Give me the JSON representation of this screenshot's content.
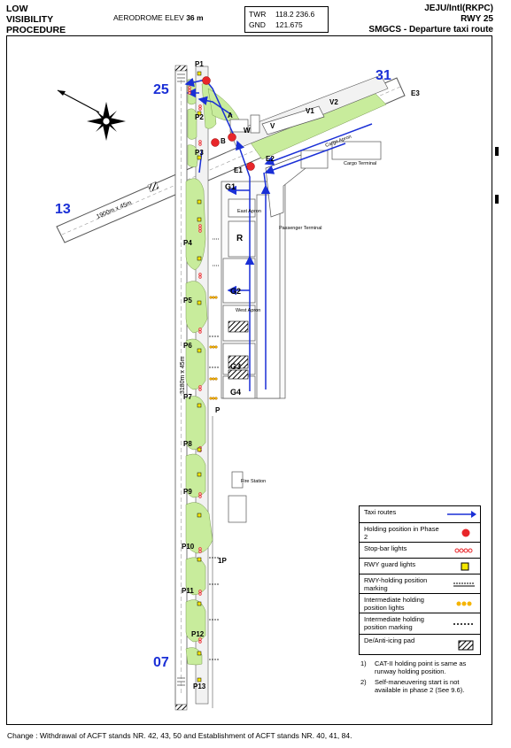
{
  "header": {
    "left": [
      "LOW",
      "VISIBILITY",
      "PROCEDURE"
    ],
    "elev_label": "AERODROME ELEV",
    "elev_value": "36 m",
    "freq": [
      {
        "label": "TWR",
        "value": "118.2   236.6"
      },
      {
        "label": "GND",
        "value": "121.675"
      }
    ],
    "right": [
      "JEJU/Intl(RKPC)",
      "RWY 25",
      "SMGCS - Departure taxi route"
    ]
  },
  "runways": {
    "main_ends": [
      "25",
      "07"
    ],
    "cross_ends": [
      "31",
      "13"
    ],
    "main_dims": "3180m x 45m",
    "cross_dims": "1900m x 45m"
  },
  "taxiway_labels": {
    "p": [
      "P1",
      "P2",
      "P3",
      "P4",
      "P5",
      "P6",
      "P7",
      "P8",
      "P9",
      "P10",
      "P11",
      "P12",
      "P13"
    ],
    "misc": [
      "A",
      "B",
      "W",
      "V",
      "V1",
      "V2",
      "E3",
      "E2",
      "E1",
      "G1",
      "G2",
      "G3",
      "G4",
      "R",
      "P",
      "1P"
    ]
  },
  "areas": {
    "cargo_apron": "Cargo Apron",
    "cargo_terminal": "Cargo Terminal",
    "east_apron": "East Apron",
    "passenger_terminal": "Passenger Terminal",
    "west_apron": "West Apron",
    "fire_station": "Fire Station"
  },
  "legend": [
    {
      "text": "Taxi routes",
      "symbol": "arrow"
    },
    {
      "text": "Holding position in Phase 2",
      "symbol": "red-dot"
    },
    {
      "text": "Stop-bar lights",
      "symbol": "stopbar"
    },
    {
      "text": "RWY guard lights",
      "symbol": "guard"
    },
    {
      "text": "RWY-holding position marking",
      "symbol": "holding-marking"
    },
    {
      "text": "Intermediate holding position lights",
      "symbol": "inter-lights"
    },
    {
      "text": "Intermediate holding position marking",
      "symbol": "inter-marking"
    },
    {
      "text": "De/Anti-icing pad",
      "symbol": "hatch"
    }
  ],
  "notes": [
    {
      "num": "1)",
      "text": "CAT-II holding point is same as runway holding position."
    },
    {
      "num": "2)",
      "text": "Self-maneuvering start is not available in phase 2 (See 9.6)."
    }
  ],
  "footer": "Change : Withdrawal of ACFT stands NR. 42, 43, 50 and Establishment of ACFT stands NR. 40, 41, 84.",
  "colors": {
    "grass": "#c8ec9c",
    "route": "#1a2fd6",
    "red": "#e8262a",
    "runway_blue": "#1a2fd6",
    "pavement": "#f2f2f2"
  }
}
